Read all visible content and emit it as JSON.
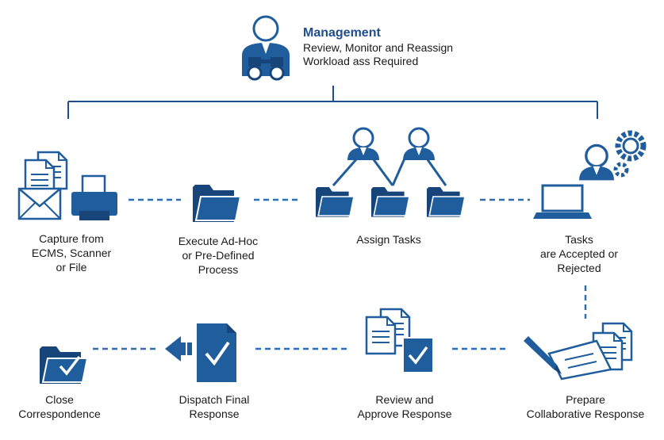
{
  "colors": {
    "primary": "#1f5d9c",
    "dark": "#17457a",
    "light": "#ffffff",
    "dash": "#2c6fb1",
    "title": "#1f4e8c"
  },
  "management": {
    "title": "Management",
    "line1": "Review, Monitor and Reassign",
    "line2": "Workload ass Required",
    "icon": "manager-with-binoculars-icon"
  },
  "steps": {
    "capture": {
      "lines": [
        "Capture from",
        "ECMS, Scanner",
        "or File"
      ],
      "icon": "documents-envelope-printer-icon"
    },
    "execute": {
      "lines": [
        "Execute Ad-Hoc",
        "or Pre-Defined",
        "Process"
      ],
      "icon": "folder-icon"
    },
    "assign": {
      "lines": [
        "Assign Tasks"
      ],
      "icon": "users-folders-hierarchy-icon"
    },
    "accept": {
      "lines": [
        "Tasks",
        "are Accepted or",
        "Rejected"
      ],
      "icon": "user-laptop-gears-icon"
    },
    "prepare": {
      "lines": [
        "Prepare",
        "Collaborative Response"
      ],
      "icon": "pen-signing-documents-icon"
    },
    "review": {
      "lines": [
        "Review and",
        "Approve  Response"
      ],
      "icon": "documents-checked-icon"
    },
    "dispatch": {
      "lines": [
        "Dispatch Final",
        "Response"
      ],
      "icon": "send-checked-document-icon"
    },
    "close": {
      "lines": [
        "Close",
        "Correspondence"
      ],
      "icon": "checked-folder-icon"
    }
  }
}
